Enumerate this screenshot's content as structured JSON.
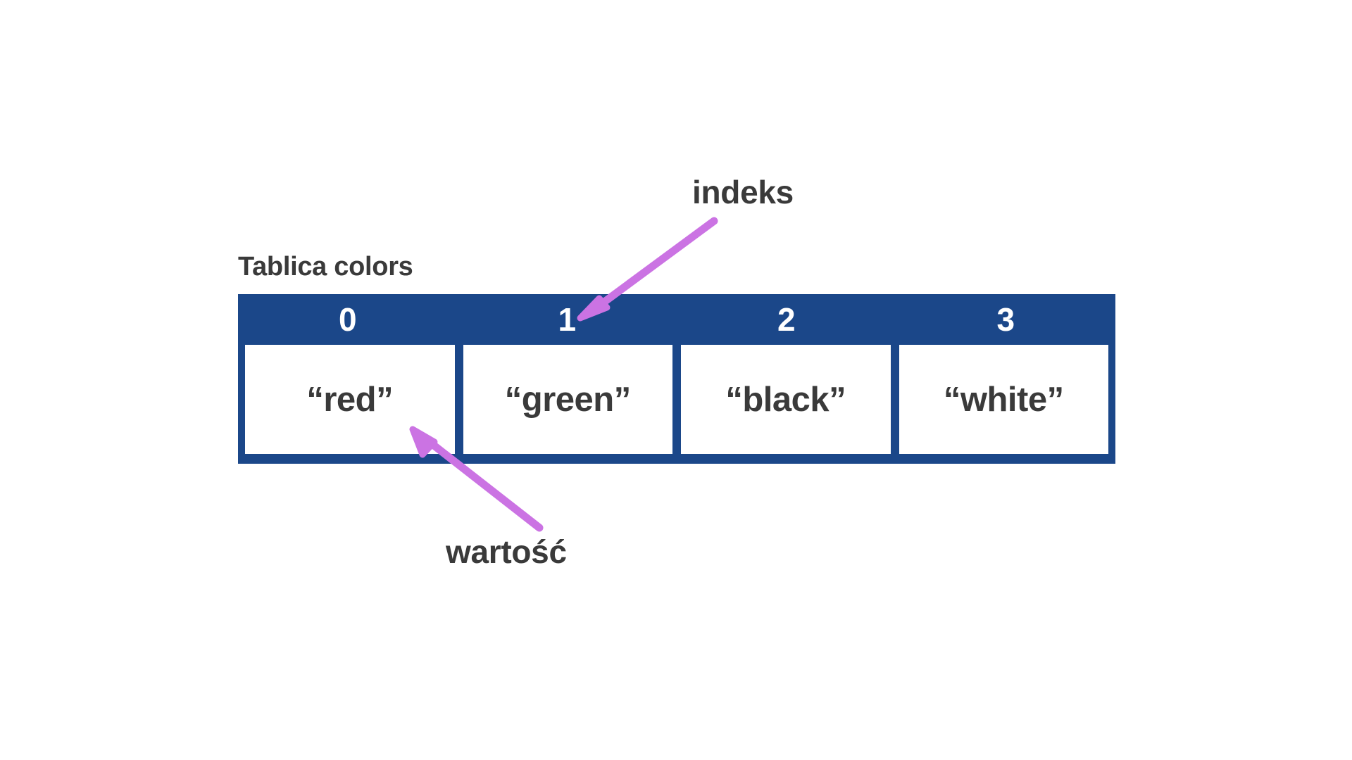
{
  "diagram": {
    "title": "Tablica colors",
    "background_color": "#ffffff",
    "accent_color": "#1b4789",
    "annotation_color": "#cb73e3",
    "text_color": "#3a3a3a",
    "array_name": "colors",
    "indices": [
      "0",
      "1",
      "2",
      "3"
    ],
    "values": [
      "“red”",
      "“green”",
      "“black”",
      "“white”"
    ],
    "annotations": [
      {
        "label": "indeks",
        "points_to": "index-cell-1",
        "name": "indeks-annotation"
      },
      {
        "label": "wartość",
        "points_to": "value-cell-0",
        "name": "wartosc-annotation"
      }
    ]
  }
}
